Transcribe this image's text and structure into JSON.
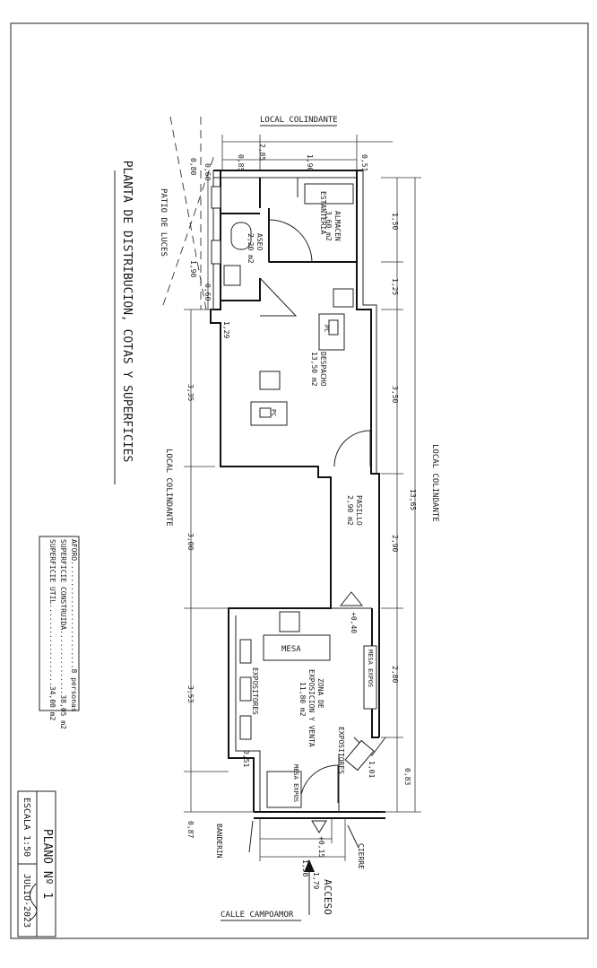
{
  "sheet": {
    "title": "PLANTA DE DISTRIBUCION, COTAS Y SUPERFICIES",
    "plan_label": "PLANO Nº 1",
    "scale": "ESCALA 1:50",
    "date": "JULIO-2023"
  },
  "summary": {
    "aforo": "AFORO.........................8 personas",
    "construida": "SUPERFICIE CONSTRUIDA...............38,05 m2",
    "util": "SUPERFICIE UTIL...................34,00 m2"
  },
  "context": {
    "local_top": "LOCAL COLINDANTE",
    "local_left": "LOCAL COLINDANTE",
    "local_right": "LOCAL COLINDANTE",
    "patio": "PATIO DE LUCES",
    "street": "CALLE CAMPOAMOR",
    "access": "ACCESO",
    "banderin": "BANDERIN",
    "cierre": "CIERRE"
  },
  "rooms": {
    "almacen": "ALMACEN",
    "almacen_area": "3,60 m2",
    "estanteria": "ESTANTERIA",
    "aseo": "ASEO",
    "aseo_area": "2,20 m2",
    "despacho": "DESPACHO",
    "despacho_area": "13,50 m2",
    "pc": "PC",
    "pasillo": "PASILLO",
    "pasillo_area": "2,90 m2",
    "zona_1": "ZONA DE",
    "zona_2": "EXPOSICION Y VENTA",
    "zona_area": "11,80 m2",
    "mesa": "MESA",
    "mesa_expos": "MESA EXPOS",
    "expositores": "EXPOSITORES"
  },
  "dimensions": {
    "top": [
      "2,85",
      "0,85",
      "1,90",
      "0,51"
    ],
    "right_segments": [
      "1,50",
      "1,25",
      "3,50",
      "2,90",
      "2,80",
      "0,83"
    ],
    "right_total": "13,65",
    "left_segments": [
      "3,35",
      "3,00",
      "3,53",
      "0,87"
    ],
    "patio": [
      "0,80",
      "0,60",
      "1,90",
      "0,60"
    ],
    "inner": [
      "1,29",
      "0,51",
      "1,01",
      "+0,40",
      "+0,15",
      "1,50",
      "1,79"
    ]
  }
}
